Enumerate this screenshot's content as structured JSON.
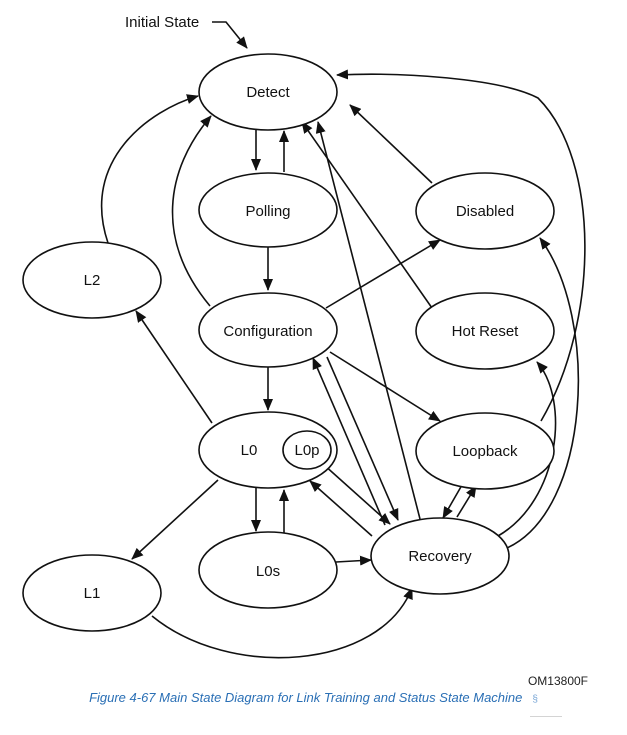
{
  "diagram": {
    "initial_label": "Initial State",
    "figure_id": "OM13800F",
    "states": {
      "detect": "Detect",
      "polling": "Polling",
      "disabled": "Disabled",
      "l2": "L2",
      "configuration": "Configuration",
      "hot_reset": "Hot Reset",
      "l0": "L0",
      "l0p": "L0p",
      "loopback": "Loopback",
      "l1": "L1",
      "l0s": "L0s",
      "recovery": "Recovery"
    }
  },
  "caption": {
    "text": "Figure 4-67 Main State Diagram for Link Training and Status State Machine",
    "section_mark": "§"
  },
  "colors": {
    "stroke": "#111111",
    "caption": "#2a6fb5"
  }
}
